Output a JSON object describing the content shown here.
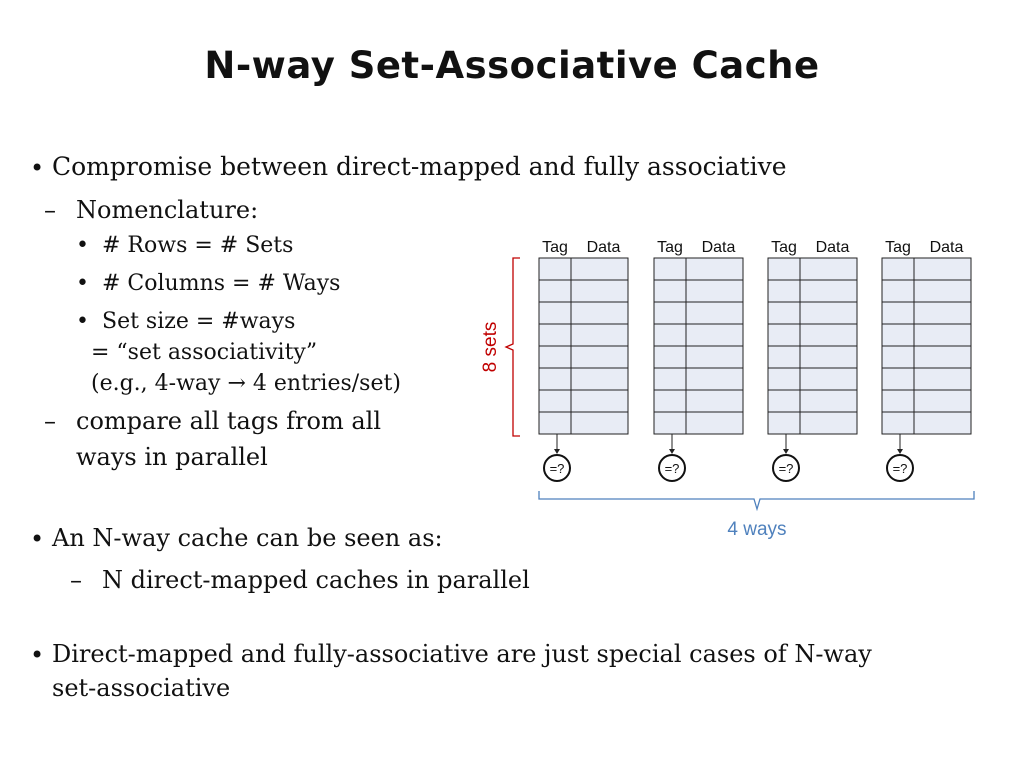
{
  "title": "N-way Set-Associative Cache",
  "bullets": [
    {
      "mark": "•",
      "text": "Compromise between direct-mapped and fully associative"
    },
    {
      "mark": "–",
      "text": "Nomenclature:"
    },
    {
      "mark": "•",
      "text": "# Rows = # Sets"
    },
    {
      "mark": "•",
      "text": "# Columns = # Ways"
    },
    {
      "mark": "•",
      "text": "Set size = #ways"
    },
    {
      "mark": "",
      "text": "= “set associativity”"
    },
    {
      "mark": "",
      "text": "(e.g., 4-way → 4 entries/set)"
    },
    {
      "mark": "–",
      "text": "compare all tags from all"
    },
    {
      "mark": "",
      "text": "ways in parallel"
    },
    {
      "mark": "•",
      "text": "An N-way cache can be seen as:"
    },
    {
      "mark": "–",
      "text": "N direct-mapped caches in parallel"
    },
    {
      "mark": "•",
      "text": "Direct-mapped and fully-associative are just special cases of N-way"
    },
    {
      "mark": "",
      "text": "set-associative"
    }
  ],
  "diagram": {
    "column_headers": {
      "tag": "Tag",
      "data": "Data"
    },
    "ways": 4,
    "sets": 8,
    "comparator_label": "=?",
    "sets_label": "8 sets",
    "ways_label": "4 ways",
    "colors": {
      "cell_fill": "#e8ecf5",
      "cell_stroke": "#222222",
      "sets_brace": "#c00000",
      "ways_brace": "#4f81bd",
      "ways_text": "#4f81bd"
    }
  }
}
